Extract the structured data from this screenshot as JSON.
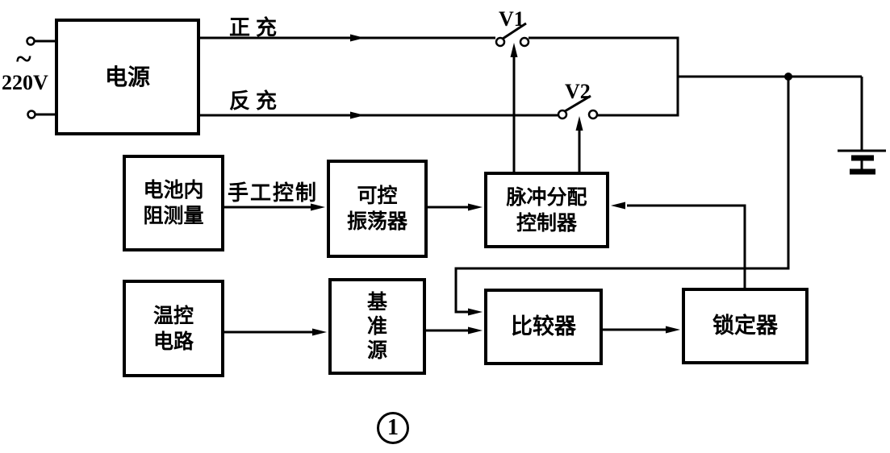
{
  "figure_number": "1",
  "colors": {
    "ink": "#000000",
    "background": "#ffffff"
  },
  "source": {
    "tilde": "~",
    "voltage": "220V"
  },
  "switches": {
    "v1": "V1",
    "v2": "V2"
  },
  "line_labels": {
    "positive_charge": "正充",
    "reverse_charge": "反充",
    "manual_control": "手工控制"
  },
  "boxes": {
    "power": "电源",
    "battery_resistance": "电池内\n阻测量",
    "oscillator": "可控\n振荡器",
    "pulse_controller": "脉冲分配\n控制器",
    "temp_control": "温控\n电路",
    "reference": "基\n准\n源",
    "comparator": "比较器",
    "locker": "锁定器"
  }
}
